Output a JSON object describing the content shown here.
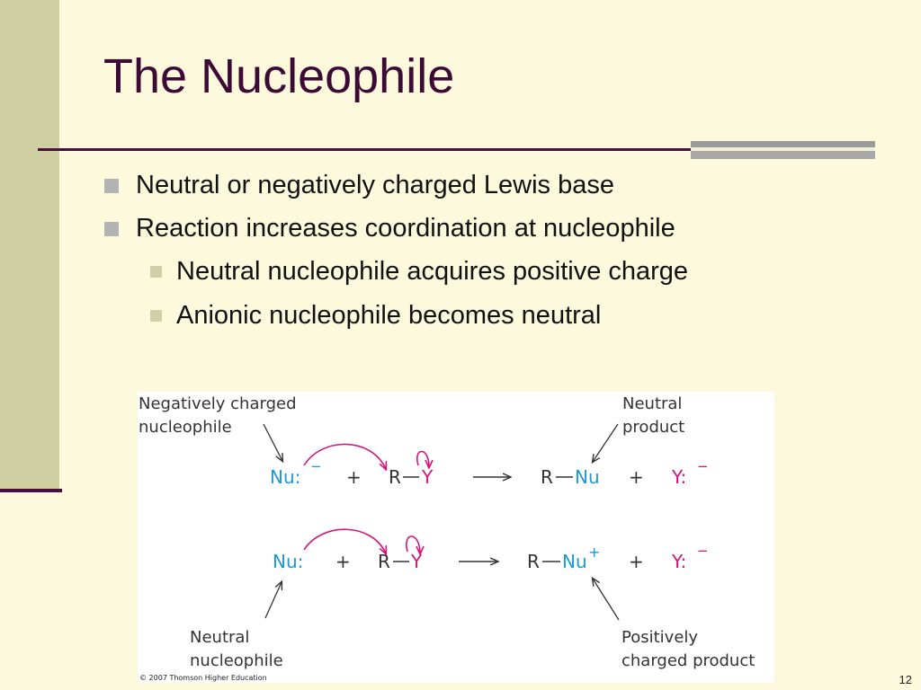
{
  "slide": {
    "title": "The Nucleophile",
    "page_number": "12"
  },
  "bullets": [
    {
      "text": "Neutral or negatively charged Lewis base",
      "level": 1
    },
    {
      "text": "Reaction increases coordination at nucleophile",
      "level": 1
    },
    {
      "text": "Neutral nucleophile acquires positive charge",
      "level": 2
    },
    {
      "text": "Anionic nucleophile becomes neutral",
      "level": 2
    }
  ],
  "figure": {
    "labels": {
      "neg_nuc_line1": "Negatively charged",
      "neg_nuc_line2": "nucleophile",
      "neutral_product_line1": "Neutral",
      "neutral_product_line2": "product",
      "neutral_nuc_line1": "Neutral",
      "neutral_nuc_line2": "nucleophile",
      "pos_product_line1": "Positively",
      "pos_product_line2": "charged product"
    },
    "reaction1": {
      "nucleophile": "Nu:",
      "nucleophile_charge": "−",
      "plus1": "+",
      "substrate_r": "R",
      "substrate_y": "Y",
      "product_r": "R",
      "product_nu": "Nu",
      "plus2": "+",
      "leaving_group": "Y:",
      "leaving_charge": "−"
    },
    "reaction2": {
      "nucleophile": "Nu:",
      "plus1": "+",
      "substrate_r": "R",
      "substrate_y": "Y",
      "product_r": "R",
      "product_nu": "Nu",
      "product_charge": "+",
      "plus2": "+",
      "leaving_group": "Y:",
      "leaving_charge": "−"
    },
    "copyright": "© 2007 Thomson Higher Education",
    "colors": {
      "nucleophile": "#1a9bd7",
      "leaving_group": "#d4147a",
      "arrow": "#d4147a",
      "text": "#333333"
    }
  }
}
